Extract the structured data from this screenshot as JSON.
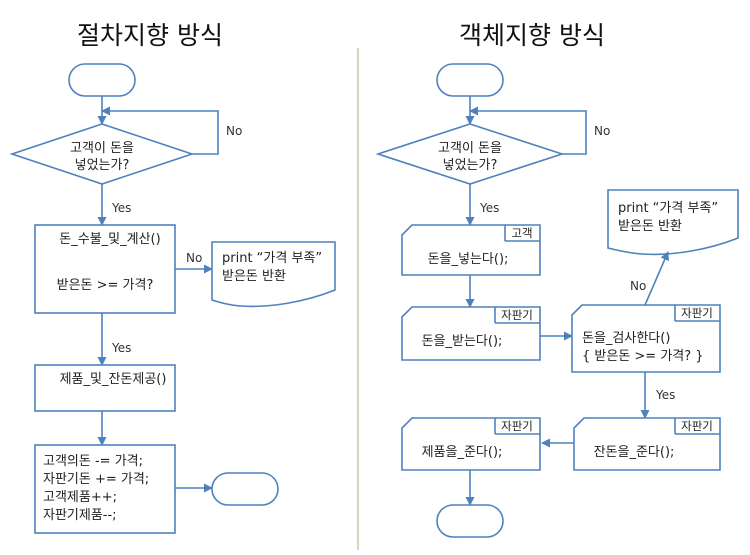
{
  "left": {
    "title": "절차지향 방식",
    "decision": [
      "고객이 돈을",
      "넣었는가?"
    ],
    "no_label": "No",
    "yes_label_1": "Yes",
    "process1": {
      "header": "돈_수불_및_계산()",
      "body": "받은돈 >= 가격?"
    },
    "no_label_2": "No",
    "print_doc": [
      "print “가격 부족”",
      "받은돈 반환"
    ],
    "yes_label_2": "Yes",
    "process2": "제품_및_잔돈제공()",
    "process3": [
      "고객의돈 -= 가격;",
      "자판기돈 += 가격;",
      "고객제품++;",
      "자판기제품--;"
    ]
  },
  "right": {
    "title": "객체지향 방식",
    "decision": [
      "고객이 돈을",
      "넣었는가?"
    ],
    "no_label": "No",
    "yes_label": "Yes",
    "customer_box": {
      "tag": "고객",
      "method": "돈을_넣는다();"
    },
    "vm_receive": {
      "tag": "자판기",
      "method": "돈을_받는다();"
    },
    "vm_check": {
      "tag": "자판기",
      "method": "돈을_검사한다()",
      "cond": "{ 받은돈 >= 가격? }"
    },
    "print_doc": [
      "print “가격 부족”",
      "받은돈 반환"
    ],
    "no_label_2": "No",
    "yes_label_2": "Yes",
    "vm_change": {
      "tag": "자판기",
      "method": "잔돈을_준다();"
    },
    "vm_product": {
      "tag": "자판기",
      "method": "제품을_준다();"
    }
  }
}
